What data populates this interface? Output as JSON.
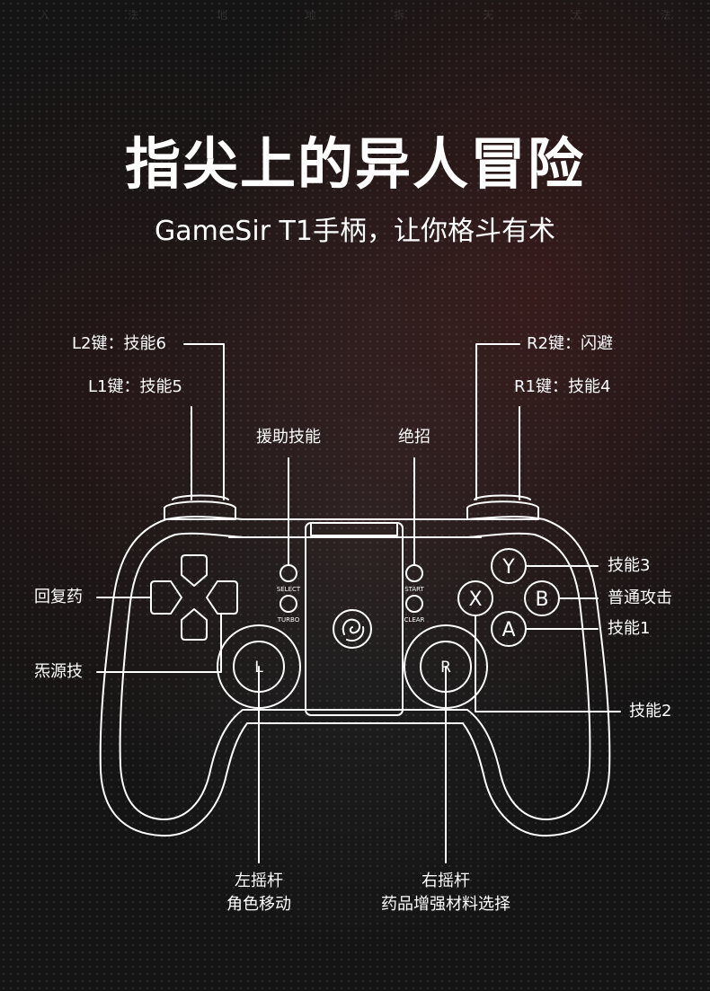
{
  "top_strip": [
    "入",
    "法",
    "地",
    "地",
    "拆",
    "天",
    "太",
    "法"
  ],
  "headline": "指尖上的异人冒险",
  "subtitle": "GameSir T1手柄，让你格斗有术",
  "labels": {
    "l2": "L2键：技能6",
    "l1": "L1键：技能5",
    "r2": "R2键：闪避",
    "r1": "R1键：技能4",
    "select_fn": "援助技能",
    "start_fn": "绝招",
    "dpad": "回复药",
    "dpad_left": "炁源技",
    "y_fn": "技能3",
    "b_fn": "普通攻击",
    "a_fn": "技能1",
    "x_fn": "技能2",
    "left_stick_1": "左摇杆",
    "left_stick_2": "角色移动",
    "right_stick_1": "右摇杆",
    "right_stick_2": "药品增强材料选择"
  },
  "controller": {
    "select": "SELECT",
    "turbo": "TURBO",
    "start": "START",
    "clear": "CLEAR",
    "btn_y": "Y",
    "btn_x": "X",
    "btn_b": "B",
    "btn_a": "A",
    "stick_l": "L",
    "stick_r": "R"
  }
}
